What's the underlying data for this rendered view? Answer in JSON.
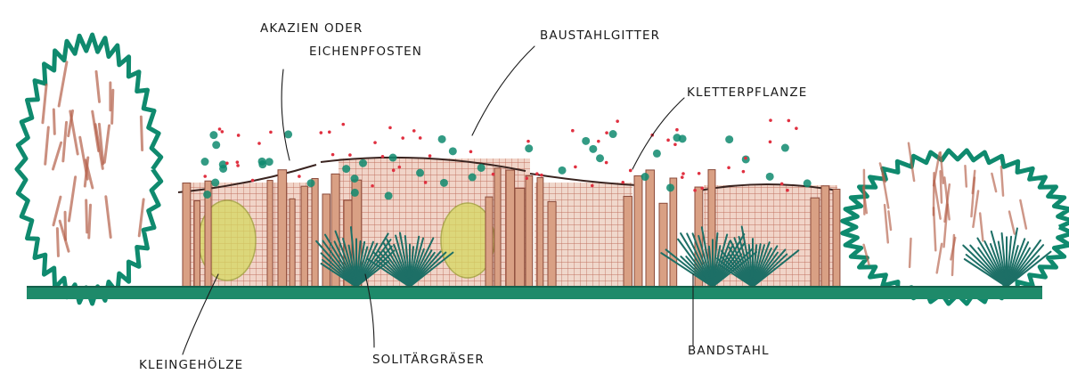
{
  "labels": {
    "akazien_line1": "AKAZIEN ODER",
    "akazien_line2": "EICHENPFOSTEN",
    "baustahlgitter": "BAUSTAHLGITTER",
    "kletterpflanze": "KLETTERPFLANZE",
    "kleingehoelze": "KLEINGEHÖLZE",
    "solitaergraeser": "SOLITÄRGRÄSER",
    "bandstahl": "BANDSTAHL"
  },
  "colors": {
    "ground": "#1e8a6a",
    "hedge_outline": "#0f8a6e",
    "wood": "#d9a084",
    "wood_dark": "#8a4a3a",
    "mesh": "#b0503c",
    "grass": "#1d6f66",
    "shrub_yellow": "#d6d860",
    "flower_red": "#e03040",
    "rust": "#b5604a"
  }
}
